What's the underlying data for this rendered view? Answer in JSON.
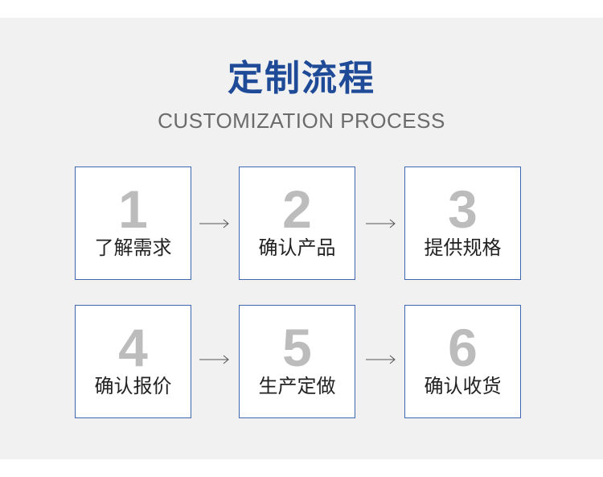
{
  "header": {
    "title": "定制流程",
    "subtitle": "CUSTOMIZATION PROCESS"
  },
  "steps": [
    {
      "number": "1",
      "label": "了解需求"
    },
    {
      "number": "2",
      "label": "确认产品"
    },
    {
      "number": "3",
      "label": "提供规格"
    },
    {
      "number": "4",
      "label": "确认报价"
    },
    {
      "number": "5",
      "label": "生产定做"
    },
    {
      "number": "6",
      "label": "确认收货"
    }
  ],
  "colors": {
    "title": "#1e4a97",
    "border": "#3f66b0",
    "number": "#bcbcbc",
    "panel": "#f1f1f2"
  }
}
